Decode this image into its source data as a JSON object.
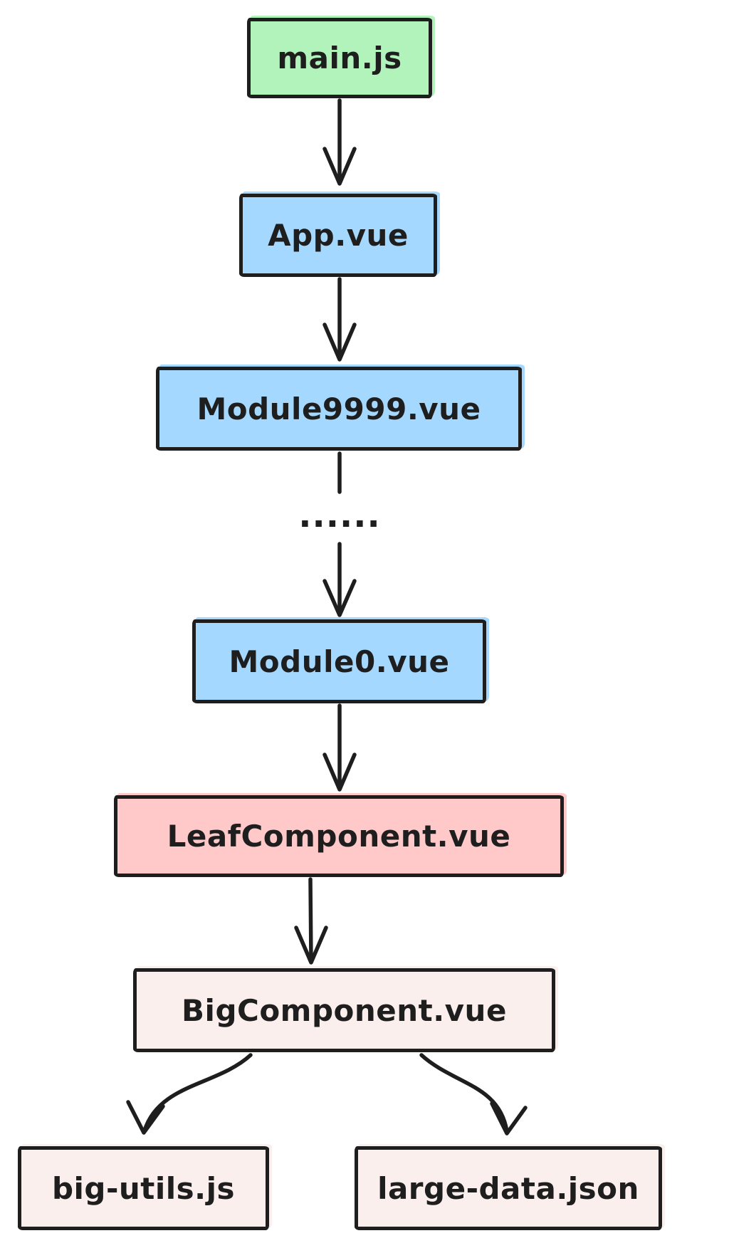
{
  "diagram": {
    "type": "flowchart",
    "background": "#ffffff",
    "stroke": "#1e1e1e",
    "nodes": [
      {
        "id": "main-js",
        "label": "main.js",
        "fill": "#b2f2bb"
      },
      {
        "id": "app-vue",
        "label": "App.vue",
        "fill": "#a5d8ff"
      },
      {
        "id": "module9999-vue",
        "label": "Module9999.vue",
        "fill": "#a5d8ff"
      },
      {
        "id": "module0-vue",
        "label": "Module0.vue",
        "fill": "#a5d8ff"
      },
      {
        "id": "leaf-component-vue",
        "label": "LeafComponent.vue",
        "fill": "#ffc9c9"
      },
      {
        "id": "big-component-vue",
        "label": "BigComponent.vue",
        "fill": "#fbefed"
      },
      {
        "id": "big-utils-js",
        "label": "big-utils.js",
        "fill": "#fbefed"
      },
      {
        "id": "large-data-json",
        "label": "large-data.json",
        "fill": "#fbefed"
      }
    ],
    "ellipsis": "......",
    "edges": [
      {
        "from": "main.js",
        "to": "App.vue"
      },
      {
        "from": "App.vue",
        "to": "Module9999.vue"
      },
      {
        "from": "Module9999.vue",
        "to": "Module0.vue",
        "via": "......"
      },
      {
        "from": "Module0.vue",
        "to": "LeafComponent.vue"
      },
      {
        "from": "LeafComponent.vue",
        "to": "BigComponent.vue"
      },
      {
        "from": "BigComponent.vue",
        "to": "big-utils.js"
      },
      {
        "from": "BigComponent.vue",
        "to": "large-data.json"
      }
    ]
  }
}
